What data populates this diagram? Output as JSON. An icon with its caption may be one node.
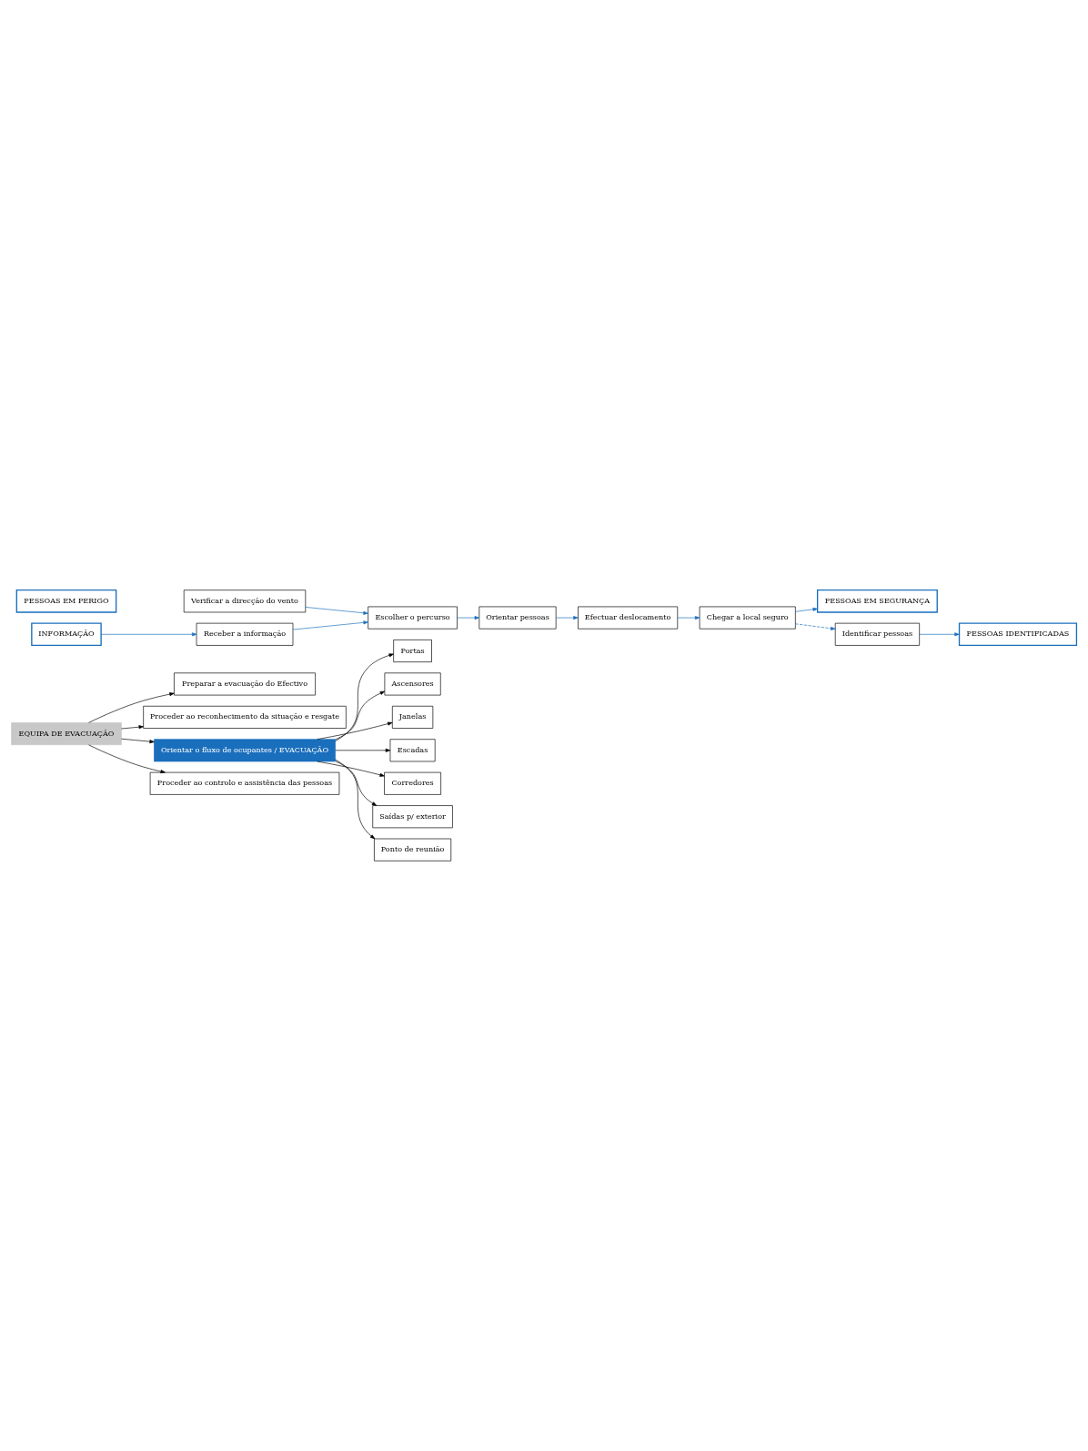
{
  "diagram": {
    "nodes": [
      {
        "text": [
          "EQUIPA DE EVACUAÇÃO"
        ]
      },
      {
        "text": [
          "Preparar a evacuação do Efectivo"
        ]
      },
      {
        "text": [
          "Proceder ao reconhecimento da situação e resgate"
        ]
      },
      {
        "text": [
          "Orientar o fluxo de ocupantes / EVACUAÇÃO"
        ]
      },
      {
        "text": [
          "Proceder ao controlo e assistência das pessoas"
        ]
      },
      {
        "text": [
          "Portas"
        ]
      },
      {
        "text": [
          "Ascensores"
        ]
      },
      {
        "text": [
          "Janelas"
        ]
      },
      {
        "text": [
          "Escadas"
        ]
      },
      {
        "text": [
          "Corredores"
        ]
      },
      {
        "text": [
          "Saídas p/ exterior"
        ]
      },
      {
        "text": [
          "Ponto de reunião"
        ]
      },
      {
        "text": [
          "Verificar a direcção do vento"
        ]
      },
      {
        "text": [
          "INFORMAÇÃO"
        ]
      },
      {
        "text": [
          "Receber a informação"
        ]
      },
      {
        "text": [
          "Escolher o percurso"
        ]
      },
      {
        "text": [
          "Orientar pessoas"
        ]
      },
      {
        "text": [
          "Efectuar deslocamento"
        ]
      },
      {
        "text": [
          "Chegar a local seguro"
        ]
      },
      {
        "text": [
          "PESSOAS EM SEGURANÇA"
        ]
      },
      {
        "text": [
          "PESSOAS EM PERIGO"
        ]
      },
      {
        "text": [
          "Identificar pessoas"
        ]
      },
      {
        "text": [
          "PESSOAS IDENTIFICADAS"
        ]
      }
    ],
    "edges": [
      {
        "from": 0,
        "to": 1,
        "arrow": "to"
      },
      {
        "from": 0,
        "to": 2,
        "arrow": "to"
      },
      {
        "from": 0,
        "to": 3,
        "arrow": "to"
      },
      {
        "from": 0,
        "to": 4,
        "arrow": "to"
      },
      {
        "from": 3,
        "to": 5,
        "arrow": "to"
      },
      {
        "from": 3,
        "to": 6,
        "arrow": "to"
      },
      {
        "from": 3,
        "to": 7,
        "arrow": "to"
      },
      {
        "from": 3,
        "to": 8,
        "arrow": "to"
      },
      {
        "from": 3,
        "to": 9,
        "arrow": "to"
      },
      {
        "from": 3,
        "to": 10,
        "arrow": "to"
      },
      {
        "from": 3,
        "to": 11,
        "arrow": "to"
      },
      {
        "from": 13,
        "to": 14,
        "arrow": "to",
        "color": "#1a6fbd"
      },
      {
        "from": 12,
        "to": 15,
        "arrow": "to",
        "color": "#1a6fbd"
      },
      {
        "from": 14,
        "to": 15,
        "arrow": "to",
        "color": "#1a6fbd"
      },
      {
        "from": 15,
        "to": 16,
        "arrow": "to",
        "color": "#1a6fbd"
      },
      {
        "from": 16,
        "to": 17,
        "arrow": "to",
        "color": "#1a6fbd"
      },
      {
        "from": 17,
        "to": 18,
        "arrow": "to",
        "color": "#1a6fbd"
      },
      {
        "from": 18,
        "to": 19,
        "arrow": "to",
        "color": "#1a6fbd"
      },
      {
        "from": 18,
        "to": 21,
        "arrow": "to",
        "style": "dashed",
        "color": "#1a6fbd"
      },
      {
        "from": 21,
        "to": 22,
        "arrow": "to",
        "color": "#1a6fbd"
      }
    ]
  }
}
